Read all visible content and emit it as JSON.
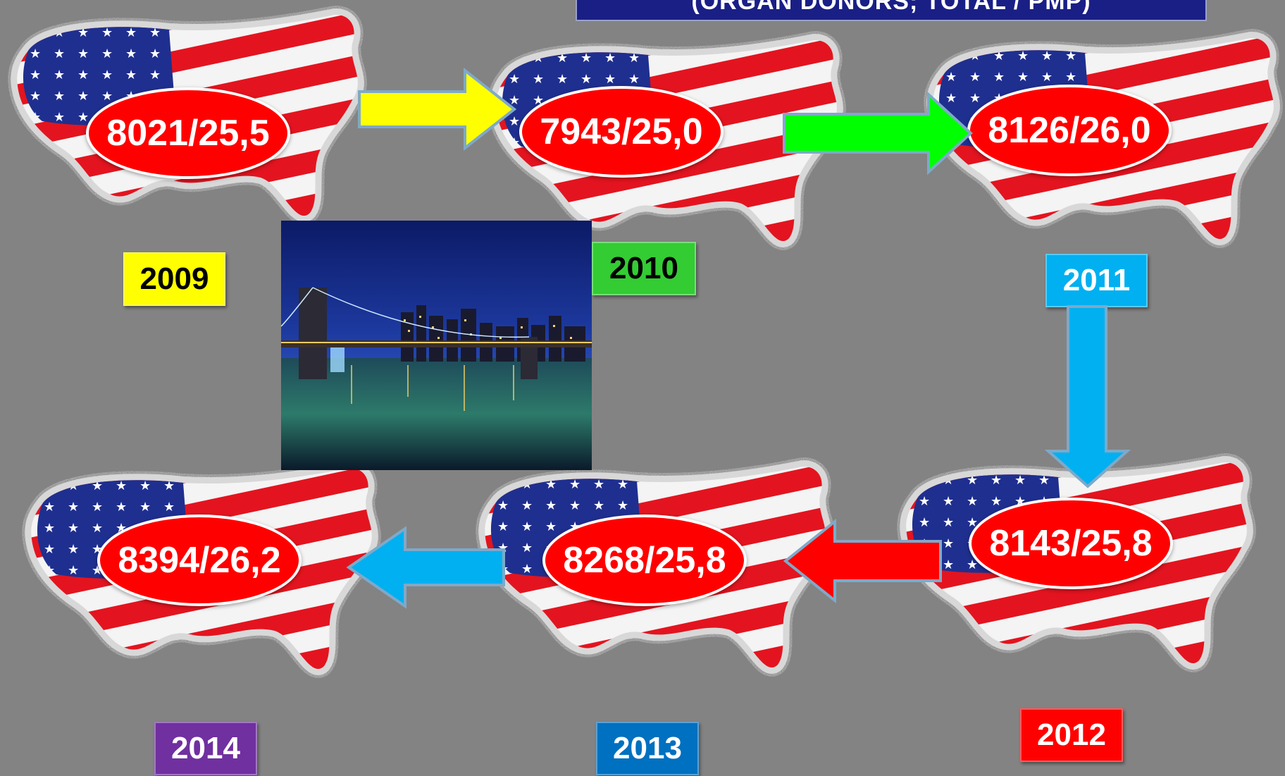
{
  "title": "(ORGAN DONORS; TOTAL / PMP)",
  "colors": {
    "background": "#838383",
    "banner": "#1a1f86",
    "ellipse": "#ff0000",
    "flag_red": "#e3141f",
    "flag_blue": "#1f2f8f"
  },
  "nodes": [
    {
      "year": "2009",
      "value": "8021/25,5",
      "year_bg": "#ffff00",
      "year_fg": "#000000"
    },
    {
      "year": "2010",
      "value": "7943/25,0",
      "year_bg": "#33cc33",
      "year_fg": "#000000"
    },
    {
      "year": "2011",
      "value": "8126/26,0",
      "year_bg": "#00b0f0",
      "year_fg": "#ffffff"
    },
    {
      "year": "2012",
      "value": "8143/25,8",
      "year_bg": "#ff0000",
      "year_fg": "#ffffff"
    },
    {
      "year": "2013",
      "value": "8268/25,8",
      "year_bg": "#0070c0",
      "year_fg": "#ffffff"
    },
    {
      "year": "2014",
      "value": "8394/26,2",
      "year_bg": "#7030a0",
      "year_fg": "#ffffff"
    }
  ],
  "arrows": [
    {
      "from": "2009",
      "to": "2010",
      "color": "#ffff00"
    },
    {
      "from": "2010",
      "to": "2011",
      "color": "#00ff00"
    },
    {
      "from": "2011",
      "to": "2012",
      "color": "#00b0f0"
    },
    {
      "from": "2012",
      "to": "2013",
      "color": "#ff0000"
    },
    {
      "from": "2013",
      "to": "2014",
      "color": "#00b0f0"
    }
  ],
  "photo": {
    "subject": "brooklyn-bridge-night-photo"
  }
}
